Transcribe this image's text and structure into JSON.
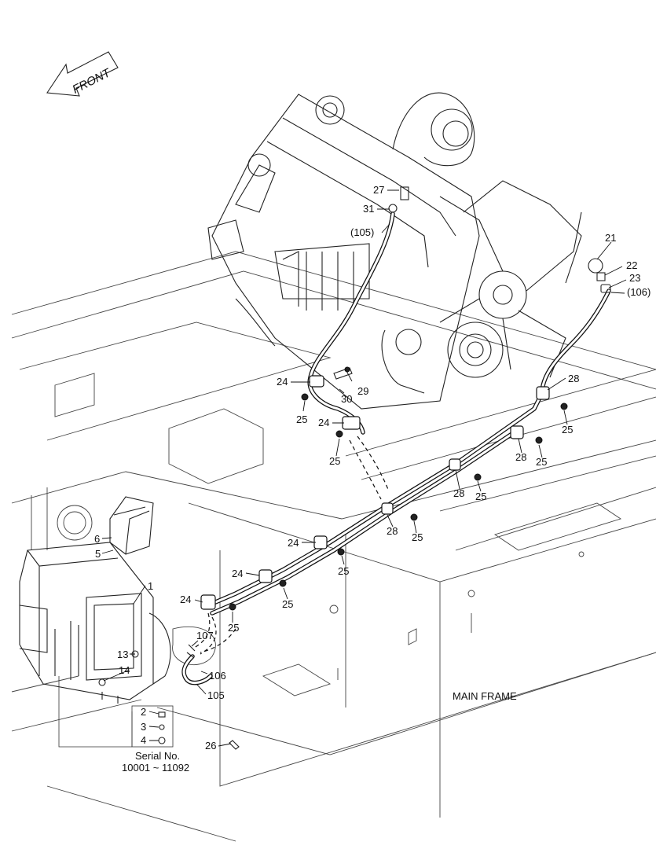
{
  "front_label": "FRONT",
  "main_frame_label": "MAIN FRAME",
  "serial": {
    "line1": "Serial No.",
    "line2": "10001 ~ 11092"
  },
  "callouts": [
    {
      "id": "c21",
      "text": "21"
    },
    {
      "id": "c22",
      "text": "22"
    },
    {
      "id": "c23",
      "text": "23"
    },
    {
      "id": "c106a",
      "text": "(106)"
    },
    {
      "id": "c27",
      "text": "27"
    },
    {
      "id": "c31",
      "text": "31"
    },
    {
      "id": "c105a",
      "text": "(105)"
    },
    {
      "id": "c24a",
      "text": "24"
    },
    {
      "id": "c29",
      "text": "29"
    },
    {
      "id": "c30",
      "text": "30"
    },
    {
      "id": "c25a",
      "text": "25"
    },
    {
      "id": "c24b",
      "text": "24"
    },
    {
      "id": "c25b",
      "text": "25"
    },
    {
      "id": "c28a",
      "text": "28"
    },
    {
      "id": "c25c",
      "text": "25"
    },
    {
      "id": "c28b",
      "text": "28"
    },
    {
      "id": "c25d",
      "text": "25"
    },
    {
      "id": "c28c",
      "text": "28"
    },
    {
      "id": "c25e",
      "text": "25"
    },
    {
      "id": "c28d",
      "text": "28"
    },
    {
      "id": "c25f",
      "text": "25"
    },
    {
      "id": "c6",
      "text": "6"
    },
    {
      "id": "c5",
      "text": "5"
    },
    {
      "id": "c24c",
      "text": "24"
    },
    {
      "id": "c1",
      "text": "1"
    },
    {
      "id": "c24d",
      "text": "24"
    },
    {
      "id": "c25g",
      "text": "25"
    },
    {
      "id": "c24e",
      "text": "24"
    },
    {
      "id": "c25h",
      "text": "25"
    },
    {
      "id": "c25i",
      "text": "25"
    },
    {
      "id": "c107",
      "text": "107"
    },
    {
      "id": "c13",
      "text": "13"
    },
    {
      "id": "c14",
      "text": "14"
    },
    {
      "id": "c106b",
      "text": "106"
    },
    {
      "id": "c105b",
      "text": "105"
    },
    {
      "id": "c2",
      "text": "2"
    },
    {
      "id": "c3",
      "text": "3"
    },
    {
      "id": "c4",
      "text": "4"
    },
    {
      "id": "c26",
      "text": "26"
    }
  ]
}
